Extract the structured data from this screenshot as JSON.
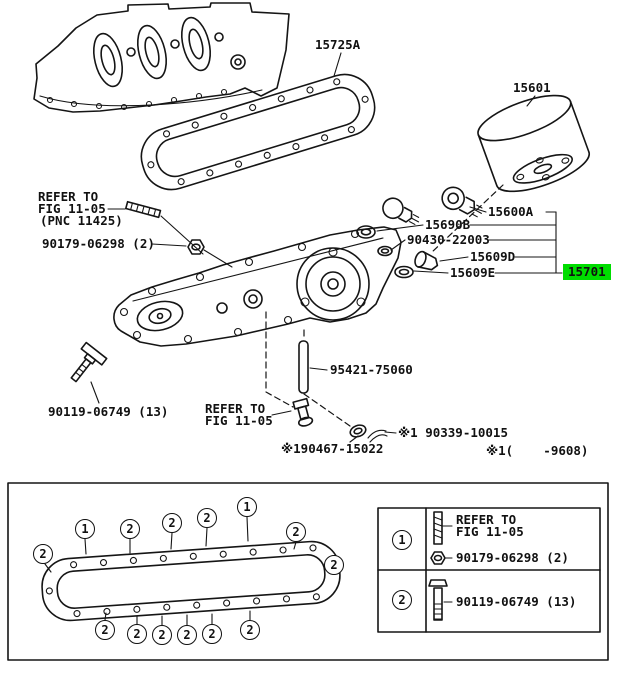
{
  "colors": {
    "highlight_green": "#00dd00",
    "line": "#151515",
    "background": "#ffffff"
  },
  "parts": {
    "gasket_top": "15725A",
    "oil_filter": "15601",
    "sensor": "15600A",
    "switch": "15690B",
    "ring": "90430-22003",
    "plug": "15609D",
    "oring": "15609E",
    "oil_cooler_assembly": "15701",
    "pin": "95421-75060",
    "bolt": "90119-06749 (13)",
    "nut": "90179-06298 (2)",
    "clip_a": "※190467-15022",
    "clip_b": "※1 90339-10015",
    "note_applicability": "※1(    -9608)"
  },
  "notes": {
    "refer_to": "REFER TO",
    "fig": "FIG 11-05",
    "pnc": "(PNC 11425)"
  },
  "legend": {
    "item1": {
      "num": "1",
      "line1": "REFER TO",
      "line2": "FIG 11-05",
      "part": "90179-06298 (2)"
    },
    "item2": {
      "num": "2",
      "part": "90119-06749 (13)"
    }
  },
  "callouts": {
    "one": "1",
    "two": "2"
  }
}
